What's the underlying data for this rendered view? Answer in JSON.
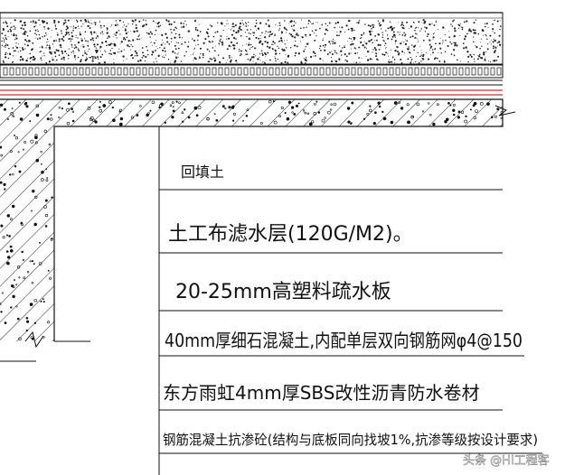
{
  "diagram": {
    "layers": [
      "回填土",
      "土工布滤水层(120G/M2)。",
      "20-25mm高塑料疏水板",
      "40mm厚细石混凝土,内配单层双向钢筋网φ4@150",
      "东方雨虹4mm厚SBS改性沥青防水卷材",
      "钢筋混凝土抗渗砼(结构与底板同向找坡1%,抗渗等级按设计要求)"
    ]
  },
  "watermark": {
    "text": "头条 @HI工程客"
  },
  "colors": {
    "line": "#111111",
    "red": "#c0392b",
    "background": "#ffffff",
    "watermark": "#ffffff"
  }
}
